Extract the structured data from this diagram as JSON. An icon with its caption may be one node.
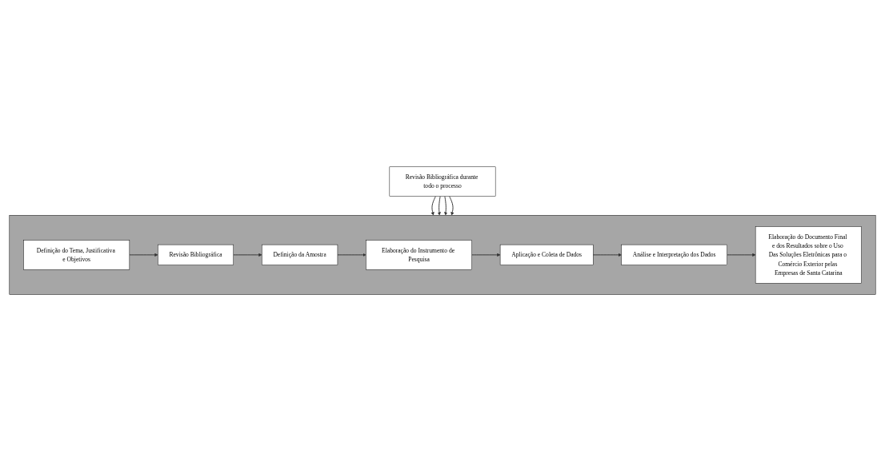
{
  "diagram": {
    "nodes": [
      {
        "text": [
          "Revisão Bibliográfica durante todo o processo"
        ]
      },
      {
        "text": [],
        "shape": "box"
      },
      {
        "text": [
          "Definição do Tema, Justificativa e Objetivos"
        ],
        "in": 1
      },
      {
        "text": [
          "Revisão Bibliográfica"
        ],
        "in": 1
      },
      {
        "text": [
          "Definição da Amostra"
        ],
        "in": 1
      },
      {
        "text": [
          "Análise e Interpretação dos Dados"
        ],
        "in": 1
      },
      {
        "text": [
          "Aplicação e Coleta de Dados"
        ],
        "in": 1
      },
      {
        "text": [
          "Elaboração do Instrumento de Pesquisa"
        ],
        "in": 1
      },
      {
        "text": [
          "Elaboração do Documento Final e dos Resultados sobre o Uso Das Soluções Eletrônicas para o Comércio Exterior pelas Empresas de Santa Catarina"
        ],
        "in": 1
      }
    ],
    "edges": [
      {
        "from": 0,
        "to": 1,
        "arrow": "to"
      },
      {
        "from": 0,
        "to": 1,
        "arrow": "to"
      },
      {
        "from": 0,
        "to": 1,
        "arrow": "to"
      },
      {
        "from": 0,
        "to": 1,
        "arrow": "to"
      },
      {
        "from": 2,
        "to": 3,
        "arrow": "to"
      },
      {
        "from": 3,
        "to": 4,
        "arrow": "to"
      },
      {
        "from": 4,
        "to": 7,
        "arrow": "to"
      },
      {
        "from": 7,
        "to": 6,
        "arrow": "to"
      },
      {
        "from": 6,
        "to": 5,
        "arrow": "to"
      },
      {
        "from": 5,
        "to": 8,
        "arrow": "to"
      }
    ]
  }
}
